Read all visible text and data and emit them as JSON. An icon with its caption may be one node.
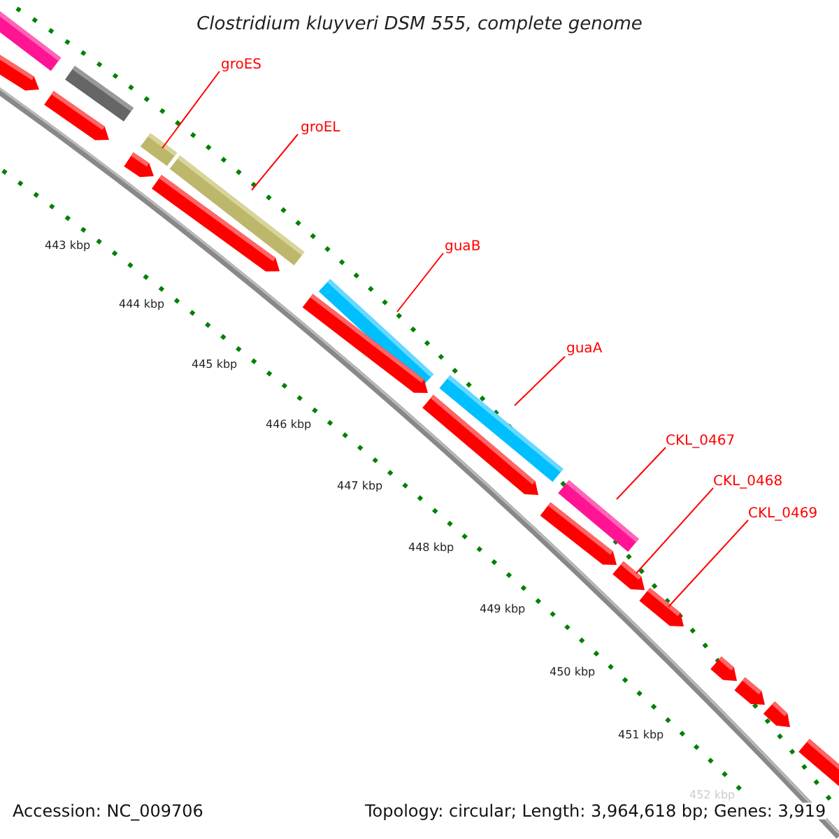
{
  "diagram": {
    "title": "Clostridium kluyveri DSM 555, complete genome",
    "nodes": [
      {
        "text": [
          "groES"
        ]
      },
      {
        "text": [],
        "shape": "bar"
      },
      {
        "text": [
          "groEL"
        ]
      },
      {
        "text": [],
        "shape": "bar"
      },
      {
        "text": [
          "guaB"
        ]
      },
      {
        "text": [],
        "shape": "bar"
      },
      {
        "text": [
          "guaA"
        ]
      },
      {
        "text": [],
        "shape": "bar"
      },
      {
        "text": [
          "CKL_0467"
        ]
      },
      {
        "text": [],
        "shape": "bar"
      },
      {
        "text": [
          "CKL_0468"
        ]
      },
      {
        "text": [],
        "shape": "arrow"
      },
      {
        "text": [
          "CKL_0469"
        ]
      },
      {
        "text": [],
        "shape": "arrow"
      },
      {
        "text": [],
        "shape": "bar"
      },
      {
        "text": [],
        "shape": "arrow"
      },
      {
        "text": [],
        "shape": "bar"
      },
      {
        "text": [],
        "shape": "arrow"
      },
      {
        "text": [],
        "shape": "arrow"
      },
      {
        "text": [],
        "shape": "arrow"
      },
      {
        "text": [],
        "shape": "arrow"
      },
      {
        "text": [],
        "shape": "arrow"
      },
      {
        "text": [],
        "shape": "arrow"
      },
      {
        "text": [],
        "shape": "arrow"
      },
      {
        "text": [],
        "shape": "arrow"
      },
      {
        "text": [],
        "shape": "arrow"
      },
      {
        "text": [],
        "shape": "arrow"
      }
    ],
    "edges": [
      {
        "from": 0,
        "to": 1,
        "arrow": "none"
      },
      {
        "from": 2,
        "to": 3,
        "arrow": "none"
      },
      {
        "from": 4,
        "to": 5,
        "arrow": "none"
      },
      {
        "from": 6,
        "to": 7,
        "arrow": "none"
      },
      {
        "from": 8,
        "to": 9,
        "arrow": "none"
      },
      {
        "from": 10,
        "to": 11,
        "arrow": "none"
      },
      {
        "from": 12,
        "to": 13,
        "arrow": "none"
      }
    ],
    "labels": [
      "443 kbp",
      "444 kbp",
      "445 kbp",
      "446 kbp",
      "447 kbp",
      "448 kbp",
      "449 kbp",
      "450 kbp",
      "451 kbp",
      "452 kbp",
      "Accession: NC_009706",
      "Topology: circular; Length: 3,964,618 bp; Genes: 3,919"
    ]
  }
}
